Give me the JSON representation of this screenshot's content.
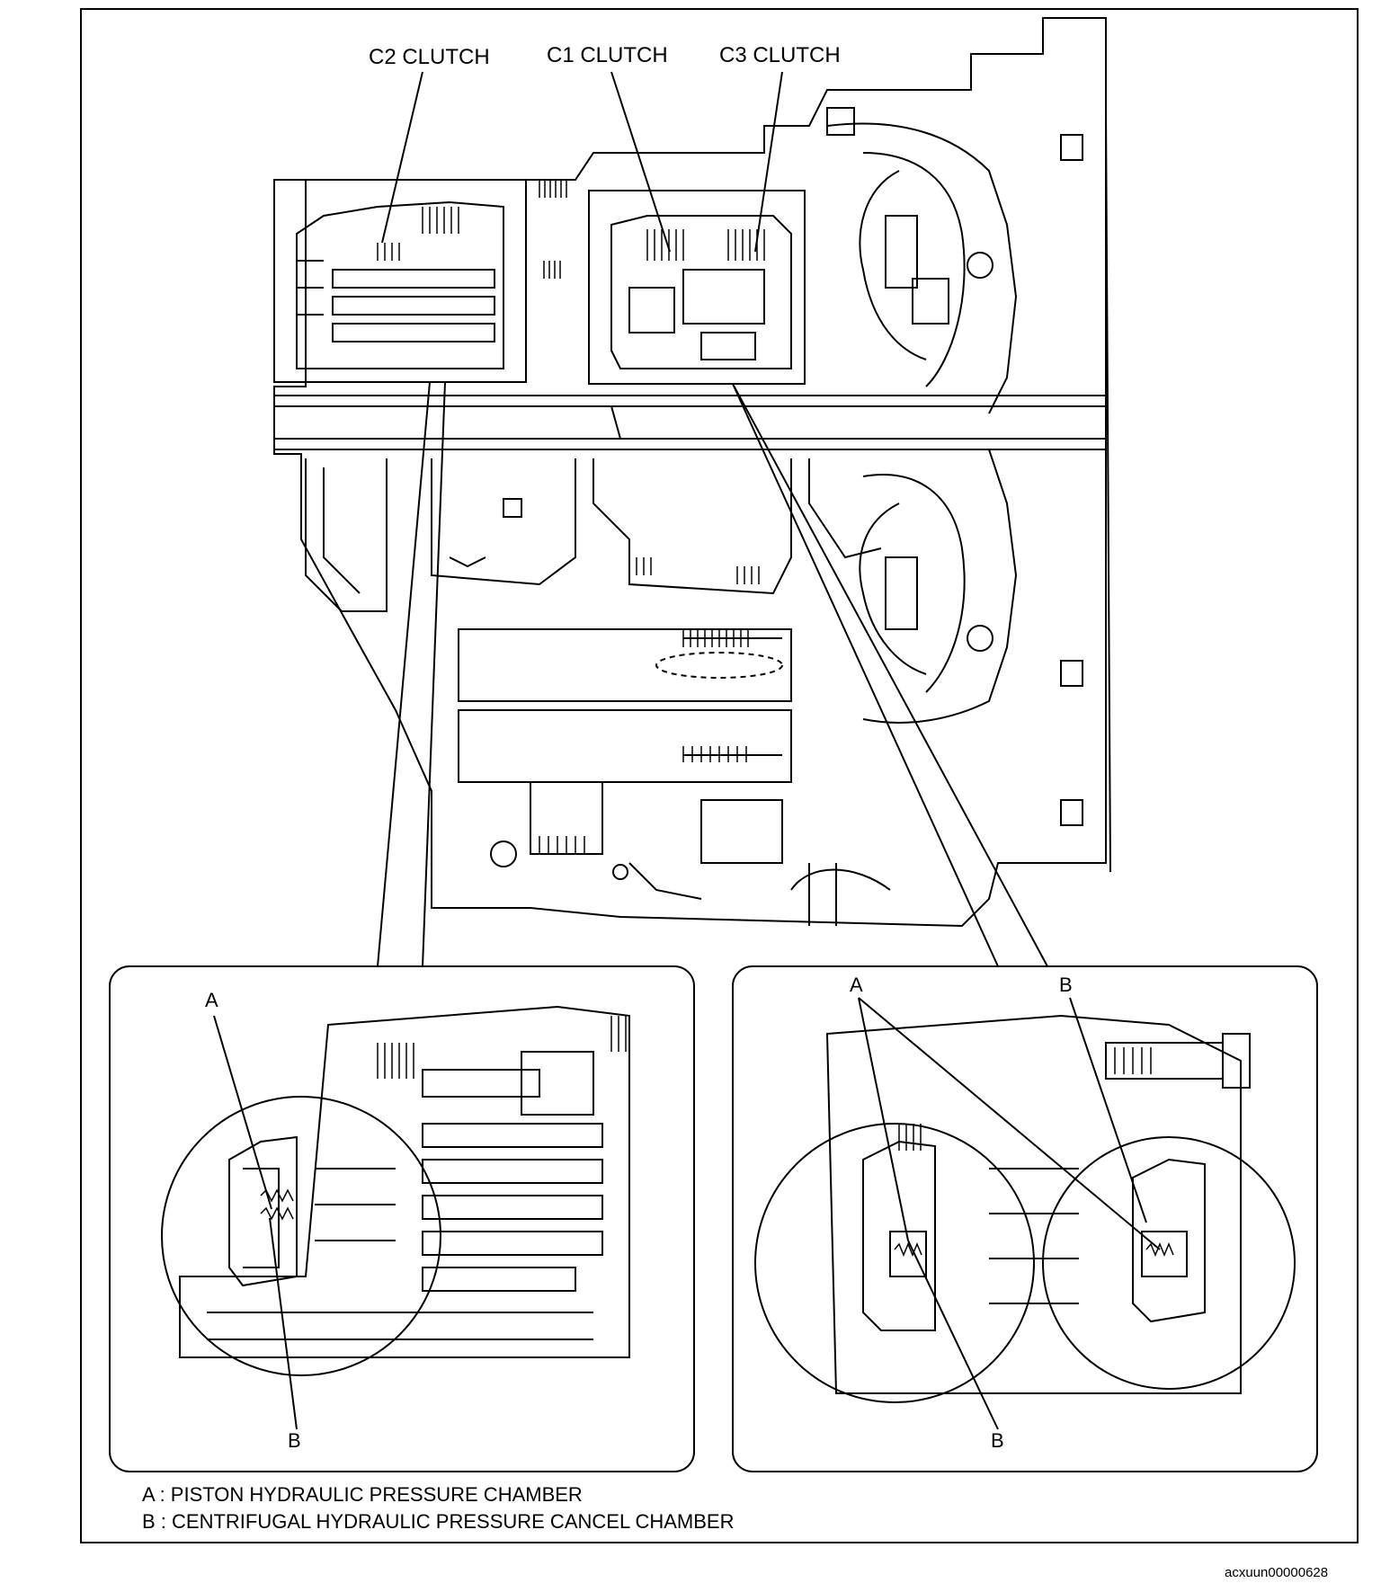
{
  "labels": {
    "c2_clutch": "C2 CLUTCH",
    "c1_clutch": "C1 CLUTCH",
    "c3_clutch": "C3 CLUTCH"
  },
  "callouts": {
    "left": {
      "a": "A",
      "b": "B"
    },
    "right": {
      "a": "A",
      "b": "B"
    }
  },
  "legend": {
    "a": "A : PISTON HYDRAULIC PRESSURE CHAMBER",
    "b": "B : CENTRIFUGAL HYDRAULIC PRESSURE CANCEL CHAMBER"
  },
  "doc_id": "acxuun00000628"
}
